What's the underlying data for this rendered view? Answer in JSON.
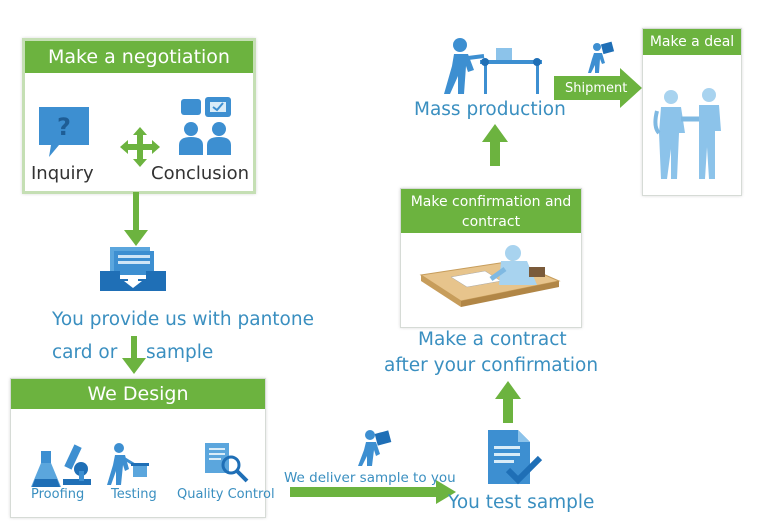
{
  "steps": {
    "negotiation": {
      "title": "Make a negotiation",
      "inquiry_label": "Inquiry",
      "conclusion_label": "Conclusion"
    },
    "provide": {
      "line1": "You provide us with pantone",
      "line2_a": "card or",
      "line2_b": "sample"
    },
    "design": {
      "title": "We Design",
      "proofing_label": "Proofing",
      "testing_label": "Testing",
      "quality_label": "Quality Control"
    },
    "deliver": {
      "label": "We deliver sample to you"
    },
    "test": {
      "label": "You test sample"
    },
    "contract": {
      "title_line1": "Make confirmation and",
      "title_line2": "contract",
      "caption_line1": "Make a contract",
      "caption_line2": "after your confirmation"
    },
    "mass": {
      "label": "Mass production"
    },
    "shipment": {
      "label": "Shipment"
    },
    "deal": {
      "title": "Make a deal"
    }
  },
  "colors": {
    "green": "#6cb33f",
    "blue_text": "#3a8fc0",
    "icon_blue": "#3d8fd1"
  },
  "icons": [
    "question-speech-icon",
    "cross-arrows-icon",
    "people-discussion-icon",
    "document-tray-icon",
    "lab-flask-icon",
    "microscope-icon",
    "worker-icon",
    "magnifier-document-icon",
    "delivery-man-icon",
    "checked-document-icon",
    "contract-signing-icon",
    "factory-worker-icon",
    "handshake-icon"
  ]
}
